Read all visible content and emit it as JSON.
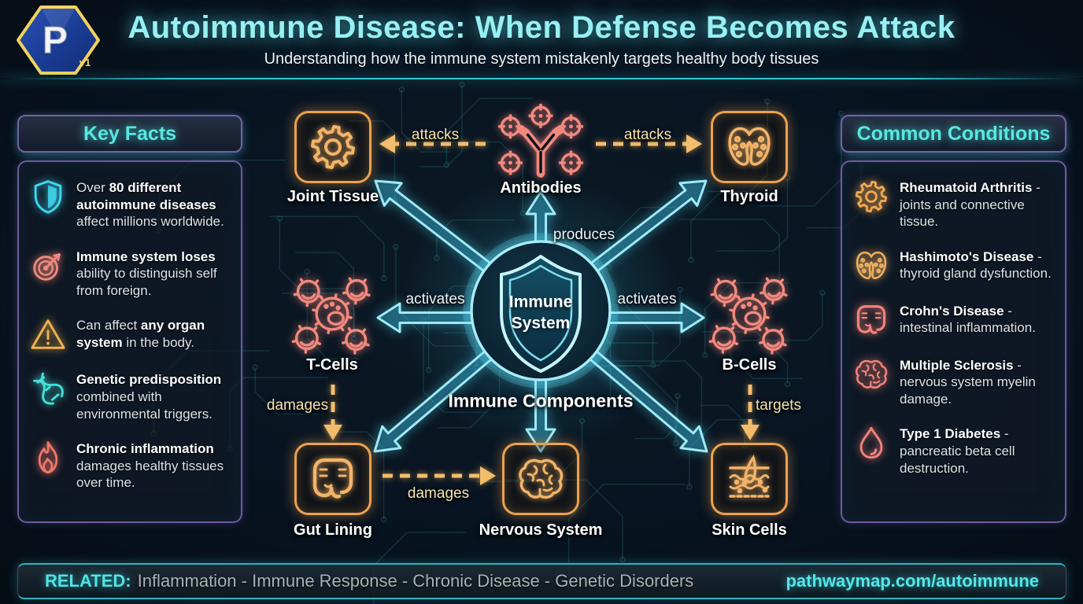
{
  "header": {
    "logo": {
      "letter": "P",
      "version": "v1"
    },
    "title": "Autoimmune Disease: When Defense Becomes Attack",
    "subtitle": "Understanding how the immune system mistakenly targets healthy body tissues"
  },
  "key_facts": {
    "title": "Key Facts",
    "items": [
      {
        "icon": "shield-icon",
        "color": "#3fd8f0",
        "segments": [
          {
            "text": "Over ",
            "bold": false
          },
          {
            "text": "80 different autoimmune diseases",
            "bold": true
          },
          {
            "text": " affect millions worldwide.",
            "bold": false
          }
        ]
      },
      {
        "icon": "target-icon",
        "color": "#f08a7c",
        "segments": [
          {
            "text": "Immune system loses",
            "bold": true
          },
          {
            "text": " ability to distinguish self from foreign.",
            "bold": false
          }
        ]
      },
      {
        "icon": "warning-icon",
        "color": "#f0b44f",
        "segments": [
          {
            "text": "Can affect ",
            "bold": false
          },
          {
            "text": "any organ system",
            "bold": true
          },
          {
            "text": " in the body.",
            "bold": false
          }
        ]
      },
      {
        "icon": "dna-icon",
        "color": "#45e0d6",
        "segments": [
          {
            "text": "Genetic predisposition",
            "bold": true
          },
          {
            "text": " combined with environmental triggers.",
            "bold": false
          }
        ]
      },
      {
        "icon": "flame-icon",
        "color": "#f0766a",
        "segments": [
          {
            "text": "Chronic inflammation",
            "bold": true
          },
          {
            "text": " damages healthy tissues over time.",
            "bold": false
          }
        ]
      }
    ]
  },
  "conditions": {
    "title": "Common Conditions",
    "items": [
      {
        "icon": "gear-icon",
        "color": "#f0a850",
        "segments": [
          {
            "text": "Rheumatoid Arthritis",
            "bold": true
          },
          {
            "text": " - joints and connective tissue.",
            "bold": false
          }
        ]
      },
      {
        "icon": "thyroid-icon",
        "color": "#f0b060",
        "segments": [
          {
            "text": "Hashimoto's Disease",
            "bold": true
          },
          {
            "text": " - thyroid gland dysfunction.",
            "bold": false
          }
        ]
      },
      {
        "icon": "intestine-icon",
        "color": "#f4837a",
        "segments": [
          {
            "text": "Crohn's Disease",
            "bold": true
          },
          {
            "text": " - intestinal inflammation.",
            "bold": false
          }
        ]
      },
      {
        "icon": "brain-icon",
        "color": "#f4837a",
        "segments": [
          {
            "text": "Multiple Sclerosis",
            "bold": true
          },
          {
            "text": " - nervous system myelin damage.",
            "bold": false
          }
        ]
      },
      {
        "icon": "droplet-icon",
        "color": "#f4837a",
        "segments": [
          {
            "text": "Type 1 Diabetes",
            "bold": true
          },
          {
            "text": " - pancreatic beta cell destruction.",
            "bold": false
          }
        ]
      }
    ]
  },
  "diagram": {
    "center": {
      "label": "Immune System",
      "sublabel": "Immune Components"
    },
    "nodes": [
      {
        "id": "joint-tissue",
        "label": "Joint Tissue",
        "icon": "gear-icon"
      },
      {
        "id": "antibodies",
        "label": "Antibodies",
        "icon": "antibody-icon"
      },
      {
        "id": "thyroid",
        "label": "Thyroid",
        "icon": "thyroid-icon"
      },
      {
        "id": "t-cells",
        "label": "T-Cells",
        "icon": "cells-icon"
      },
      {
        "id": "b-cells",
        "label": "B-Cells",
        "icon": "cells-icon"
      },
      {
        "id": "gut-lining",
        "label": "Gut Lining",
        "icon": "intestine-icon"
      },
      {
        "id": "nervous-system",
        "label": "Nervous System",
        "icon": "brain-icon"
      },
      {
        "id": "skin-cells",
        "label": "Skin Cells",
        "icon": "skin-icon"
      }
    ],
    "edge_labels": {
      "attacks_left": "attacks",
      "attacks_right": "attacks",
      "produces": "produces",
      "activates_left": "activates",
      "activates_right": "activates",
      "damages_tcells": "damages",
      "targets_bcells": "targets",
      "damages_gut": "damages"
    }
  },
  "footer": {
    "related_label": "RELATED:",
    "related_items": "Inflammation - Immune Response - Chronic Disease - Genetic Disorders",
    "url": "pathwaymap.com/autoimmune"
  },
  "colors": {
    "accent_cyan": "#8ceef2",
    "accent_orange": "#eca24e",
    "accent_red": "#f2897e",
    "accent_yellow": "#f2bd6d",
    "panel_border": "#6d5da0"
  }
}
